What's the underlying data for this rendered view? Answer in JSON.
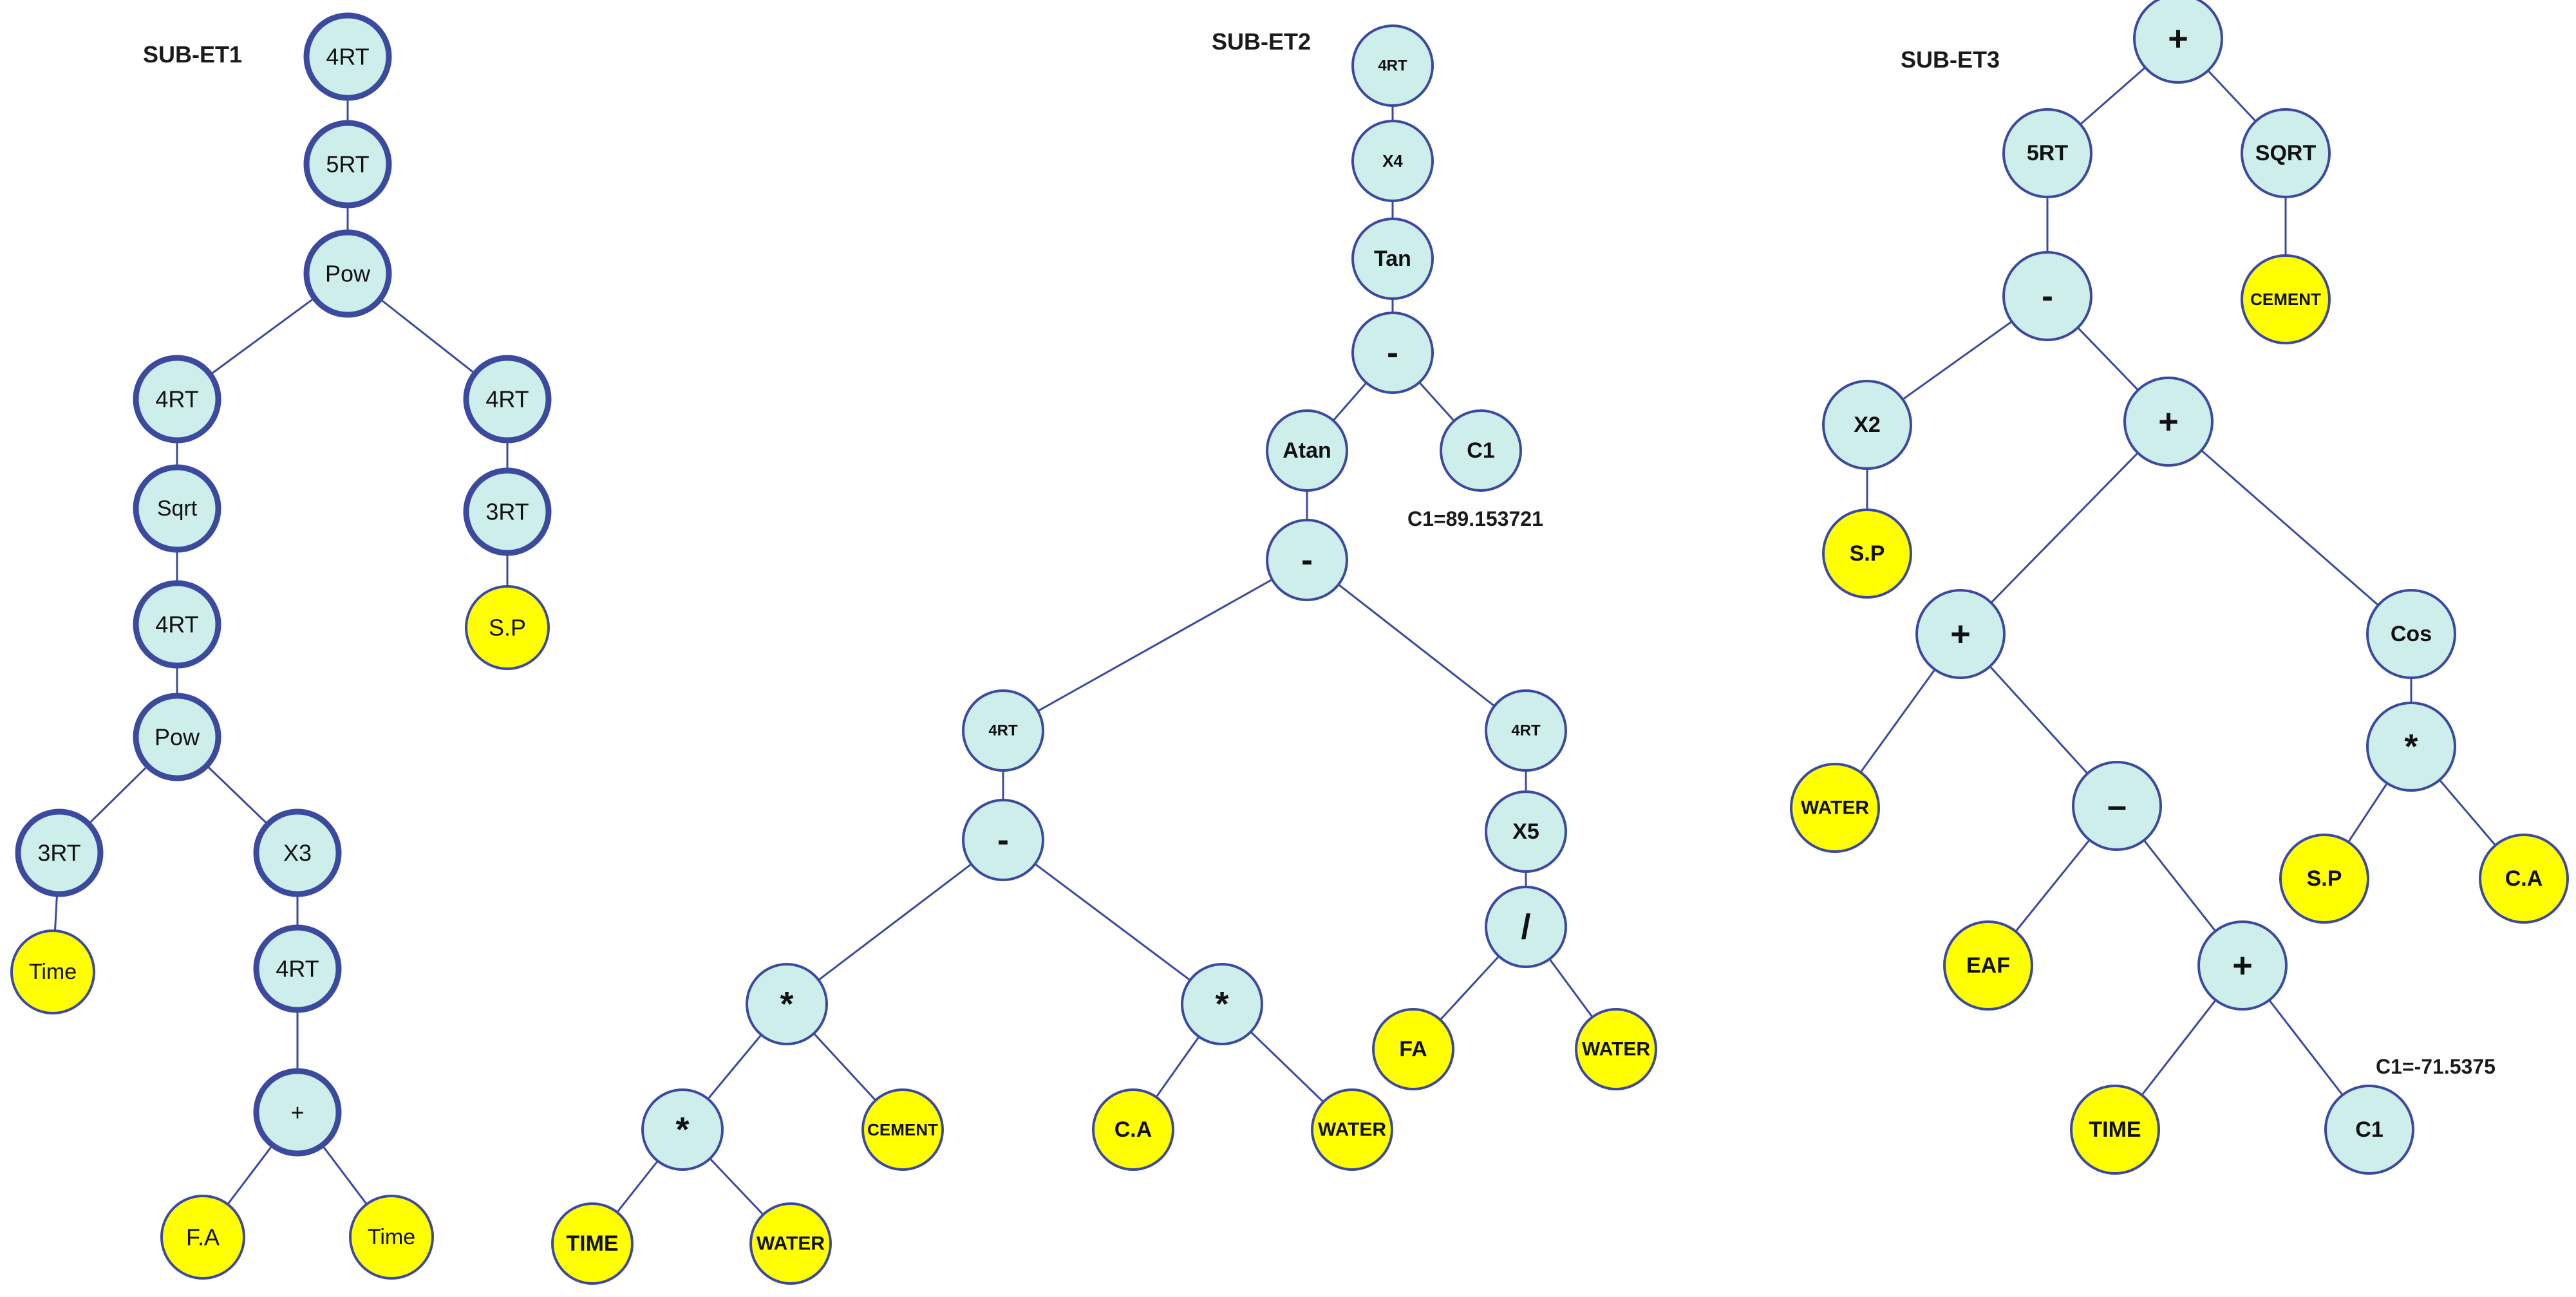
{
  "trees": [
    {
      "title": "SUB-ET1",
      "nodes": [
        {
          "id": "a1",
          "label": "4RT",
          "kind": "op"
        },
        {
          "id": "a2",
          "label": "5RT",
          "kind": "op",
          "parent": "a1"
        },
        {
          "id": "a3",
          "label": "Pow",
          "kind": "op",
          "parent": "a2"
        },
        {
          "id": "a4",
          "label": "4RT",
          "kind": "op",
          "parent": "a3"
        },
        {
          "id": "a5",
          "label": "4RT",
          "kind": "op",
          "parent": "a3"
        },
        {
          "id": "a6",
          "label": "Sqrt",
          "kind": "op",
          "parent": "a4"
        },
        {
          "id": "a7",
          "label": "4RT",
          "kind": "op",
          "parent": "a6"
        },
        {
          "id": "a8",
          "label": "Pow",
          "kind": "op",
          "parent": "a7"
        },
        {
          "id": "a9",
          "label": "3RT",
          "kind": "op",
          "parent": "a8"
        },
        {
          "id": "a10",
          "label": "X3",
          "kind": "op",
          "parent": "a8"
        },
        {
          "id": "a11",
          "label": "Time",
          "kind": "leaf",
          "parent": "a9"
        },
        {
          "id": "a12",
          "label": "4RT",
          "kind": "op",
          "parent": "a10"
        },
        {
          "id": "a13",
          "label": "+",
          "kind": "op",
          "parent": "a12"
        },
        {
          "id": "a14",
          "label": "F.A",
          "kind": "leaf",
          "parent": "a13"
        },
        {
          "id": "a15",
          "label": "Time",
          "kind": "leaf",
          "parent": "a13"
        },
        {
          "id": "a16",
          "label": "3RT",
          "kind": "op",
          "parent": "a5"
        },
        {
          "id": "a17",
          "label": "S.P",
          "kind": "leaf",
          "parent": "a16"
        }
      ]
    },
    {
      "title": "SUB-ET2",
      "constant": "C1=89.153721",
      "nodes": [
        {
          "id": "b1",
          "label": "4RT",
          "kind": "op"
        },
        {
          "id": "b2",
          "label": "X4",
          "kind": "op",
          "parent": "b1"
        },
        {
          "id": "b3",
          "label": "Tan",
          "kind": "op",
          "parent": "b2"
        },
        {
          "id": "b4",
          "label": "-",
          "kind": "op",
          "parent": "b3"
        },
        {
          "id": "b5",
          "label": "Atan",
          "kind": "op",
          "parent": "b4"
        },
        {
          "id": "b6",
          "label": "C1",
          "kind": "op",
          "parent": "b4"
        },
        {
          "id": "b7",
          "label": "-",
          "kind": "op",
          "parent": "b5"
        },
        {
          "id": "b8",
          "label": "4RT",
          "kind": "op",
          "parent": "b7"
        },
        {
          "id": "b9",
          "label": "4RT",
          "kind": "op",
          "parent": "b7"
        },
        {
          "id": "b10",
          "label": "-",
          "kind": "op",
          "parent": "b8"
        },
        {
          "id": "b11",
          "label": "*",
          "kind": "op",
          "parent": "b10"
        },
        {
          "id": "b12",
          "label": "*",
          "kind": "op",
          "parent": "b10"
        },
        {
          "id": "b13",
          "label": "*",
          "kind": "op",
          "parent": "b11"
        },
        {
          "id": "b14",
          "label": "CEMENT",
          "kind": "leaf",
          "parent": "b11"
        },
        {
          "id": "b15",
          "label": "TIME",
          "kind": "leaf",
          "parent": "b13"
        },
        {
          "id": "b16",
          "label": "WATER",
          "kind": "leaf",
          "parent": "b13"
        },
        {
          "id": "b17",
          "label": "C.A",
          "kind": "leaf",
          "parent": "b12"
        },
        {
          "id": "b18",
          "label": "WATER",
          "kind": "leaf",
          "parent": "b12"
        },
        {
          "id": "b19",
          "label": "X5",
          "kind": "op",
          "parent": "b9"
        },
        {
          "id": "b20",
          "label": "/",
          "kind": "op",
          "parent": "b19"
        },
        {
          "id": "b21",
          "label": "FA",
          "kind": "leaf",
          "parent": "b20"
        },
        {
          "id": "b22",
          "label": "WATER",
          "kind": "leaf",
          "parent": "b20"
        }
      ]
    },
    {
      "title": "SUB-ET3",
      "constant": "C1=-71.5375",
      "nodes": [
        {
          "id": "c1",
          "label": "+",
          "kind": "op"
        },
        {
          "id": "c2",
          "label": "5RT",
          "kind": "op",
          "parent": "c1"
        },
        {
          "id": "c3",
          "label": "SQRT",
          "kind": "op",
          "parent": "c1"
        },
        {
          "id": "c4",
          "label": "-",
          "kind": "op",
          "parent": "c2"
        },
        {
          "id": "c5",
          "label": "CEMENT",
          "kind": "leaf",
          "parent": "c3"
        },
        {
          "id": "c6",
          "label": "X2",
          "kind": "op",
          "parent": "c4"
        },
        {
          "id": "c7",
          "label": "+",
          "kind": "op",
          "parent": "c4"
        },
        {
          "id": "c8",
          "label": "S.P",
          "kind": "leaf",
          "parent": "c6"
        },
        {
          "id": "c9",
          "label": "+",
          "kind": "op",
          "parent": "c7"
        },
        {
          "id": "c10",
          "label": "Cos",
          "kind": "op",
          "parent": "c7"
        },
        {
          "id": "c11",
          "label": "WATER",
          "kind": "leaf",
          "parent": "c9"
        },
        {
          "id": "c12",
          "label": "–",
          "kind": "op",
          "parent": "c9"
        },
        {
          "id": "c13",
          "label": "*",
          "kind": "op",
          "parent": "c10"
        },
        {
          "id": "c14",
          "label": "S.P",
          "kind": "leaf",
          "parent": "c13"
        },
        {
          "id": "c15",
          "label": "C.A",
          "kind": "leaf",
          "parent": "c13"
        },
        {
          "id": "c16",
          "label": "EAF",
          "kind": "leaf",
          "parent": "c12"
        },
        {
          "id": "c17",
          "label": "+",
          "kind": "op",
          "parent": "c12"
        },
        {
          "id": "c18",
          "label": "TIME",
          "kind": "leaf",
          "parent": "c17"
        },
        {
          "id": "c19",
          "label": "C1",
          "kind": "op",
          "parent": "c17"
        }
      ]
    }
  ]
}
